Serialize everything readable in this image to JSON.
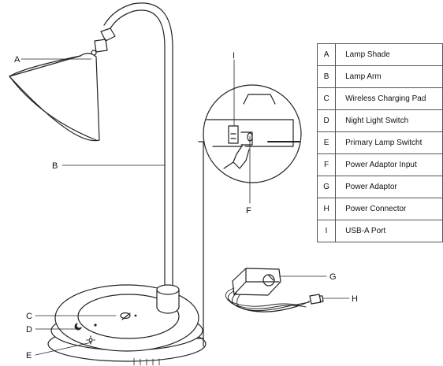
{
  "callouts": {
    "A": "A",
    "B": "B",
    "C": "C",
    "D": "D",
    "E": "E",
    "F": "F",
    "G": "G",
    "H": "H",
    "I": "I"
  },
  "legend": [
    {
      "key": "A",
      "label": "Lamp Shade"
    },
    {
      "key": "B",
      "label": "Lamp Arm"
    },
    {
      "key": "C",
      "label": "Wireless Charging Pad"
    },
    {
      "key": "D",
      "label": "Night Light Switch"
    },
    {
      "key": "E",
      "label": "Primary Lamp Switcht"
    },
    {
      "key": "F",
      "label": "Power Adaptor Input"
    },
    {
      "key": "G",
      "label": "Power Adaptor"
    },
    {
      "key": "H",
      "label": "Power Connector"
    },
    {
      "key": "I",
      "label": "USB-A Port"
    }
  ],
  "icons": {
    "night_light": "moon-icon",
    "charging": "wireless-charging-icon",
    "lamp_switch": "sun-icon"
  }
}
